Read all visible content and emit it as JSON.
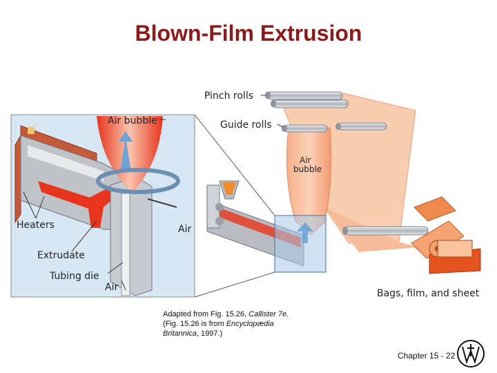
{
  "title": "Blown-Film Extrusion",
  "labels": {
    "pinch_rolls": "Pinch rolls",
    "guide_rolls": "Guide rolls",
    "air_bubble_inset": "Air bubble",
    "air_bubble_main_1": "Air",
    "air_bubble_main_2": "bubble",
    "heaters": "Heaters",
    "extrudate": "Extrudate",
    "tubing_die": "Tubing die",
    "air_bottom": "Air",
    "air_right": "Air",
    "bags_film_sheet": "Bags, film, and sheet"
  },
  "caption": {
    "line1": "Adapted from Fig. 15.26, ",
    "line1_italic": "Callister 7e.",
    "line2_pre": "(Fig. 15.26 is from ",
    "line2_italic": "Encyclopædia",
    "line3_italic": "Britannica",
    "line3_post": ", 1997.)"
  },
  "footer": {
    "chapter": "Chapter 15 - 22"
  },
  "colors": {
    "title": "#8b1a1a",
    "inset_bg": "#d7e7f4",
    "melt": "#e8341c",
    "film": "#f6b48c",
    "roll": "#c9cdd3"
  }
}
